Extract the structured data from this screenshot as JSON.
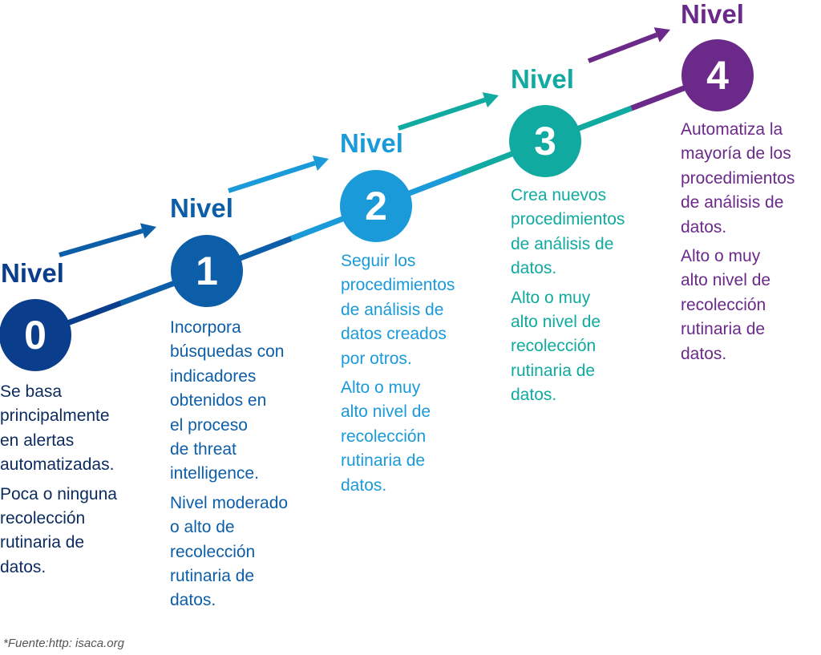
{
  "levels": [
    {
      "title": "Nivel",
      "number": "0",
      "color": "#0a3d8c",
      "paragraphs": [
        "Se basa\nprincipalmente\nen alertas\nautomatizadas.",
        "Poca o ninguna\nrecolección\nrutinaria de\ndatos."
      ],
      "text_color": "#0b2b5e"
    },
    {
      "title": "Nivel",
      "number": "1",
      "color": "#0d5ea8",
      "paragraphs": [
        "Incorpora\nbúsquedas con\nindicadores\nobtenidos en\nel proceso\nde threat\nintelligence.",
        "Nivel moderado\no alto de\nrecolección\nrutinaria de\ndatos."
      ],
      "text_color": "#0d5ea8"
    },
    {
      "title": "Nivel",
      "number": "2",
      "color": "#1a9ad9",
      "paragraphs": [
        "Seguir los\nprocedimientos\nde análisis de\ndatos creados\npor otros.",
        "Alto o muy\nalto nivel de\nrecolección\nrutinaria de\ndatos."
      ],
      "text_color": "#1a9ad9"
    },
    {
      "title": "Nivel",
      "number": "3",
      "color": "#10aaa0",
      "paragraphs": [
        "Crea nuevos\nprocedimientos\nde análisis de\ndatos.",
        "Alto o muy\nalto nivel de\nrecolección\nrutinaria de\ndatos."
      ],
      "text_color": "#10aaa0"
    },
    {
      "title": "Nivel",
      "number": "4",
      "color": "#6b2a8a",
      "paragraphs": [
        "Automatiza la\nmayoría de los\nprocedimientos\nde análisis de\ndatos.",
        "Alto o muy\nalto nivel de\nrecolección\nrutinaria de\ndatos."
      ],
      "text_color": "#6b2a8a"
    }
  ],
  "footnote": "*Fuente:http: isaca.org"
}
